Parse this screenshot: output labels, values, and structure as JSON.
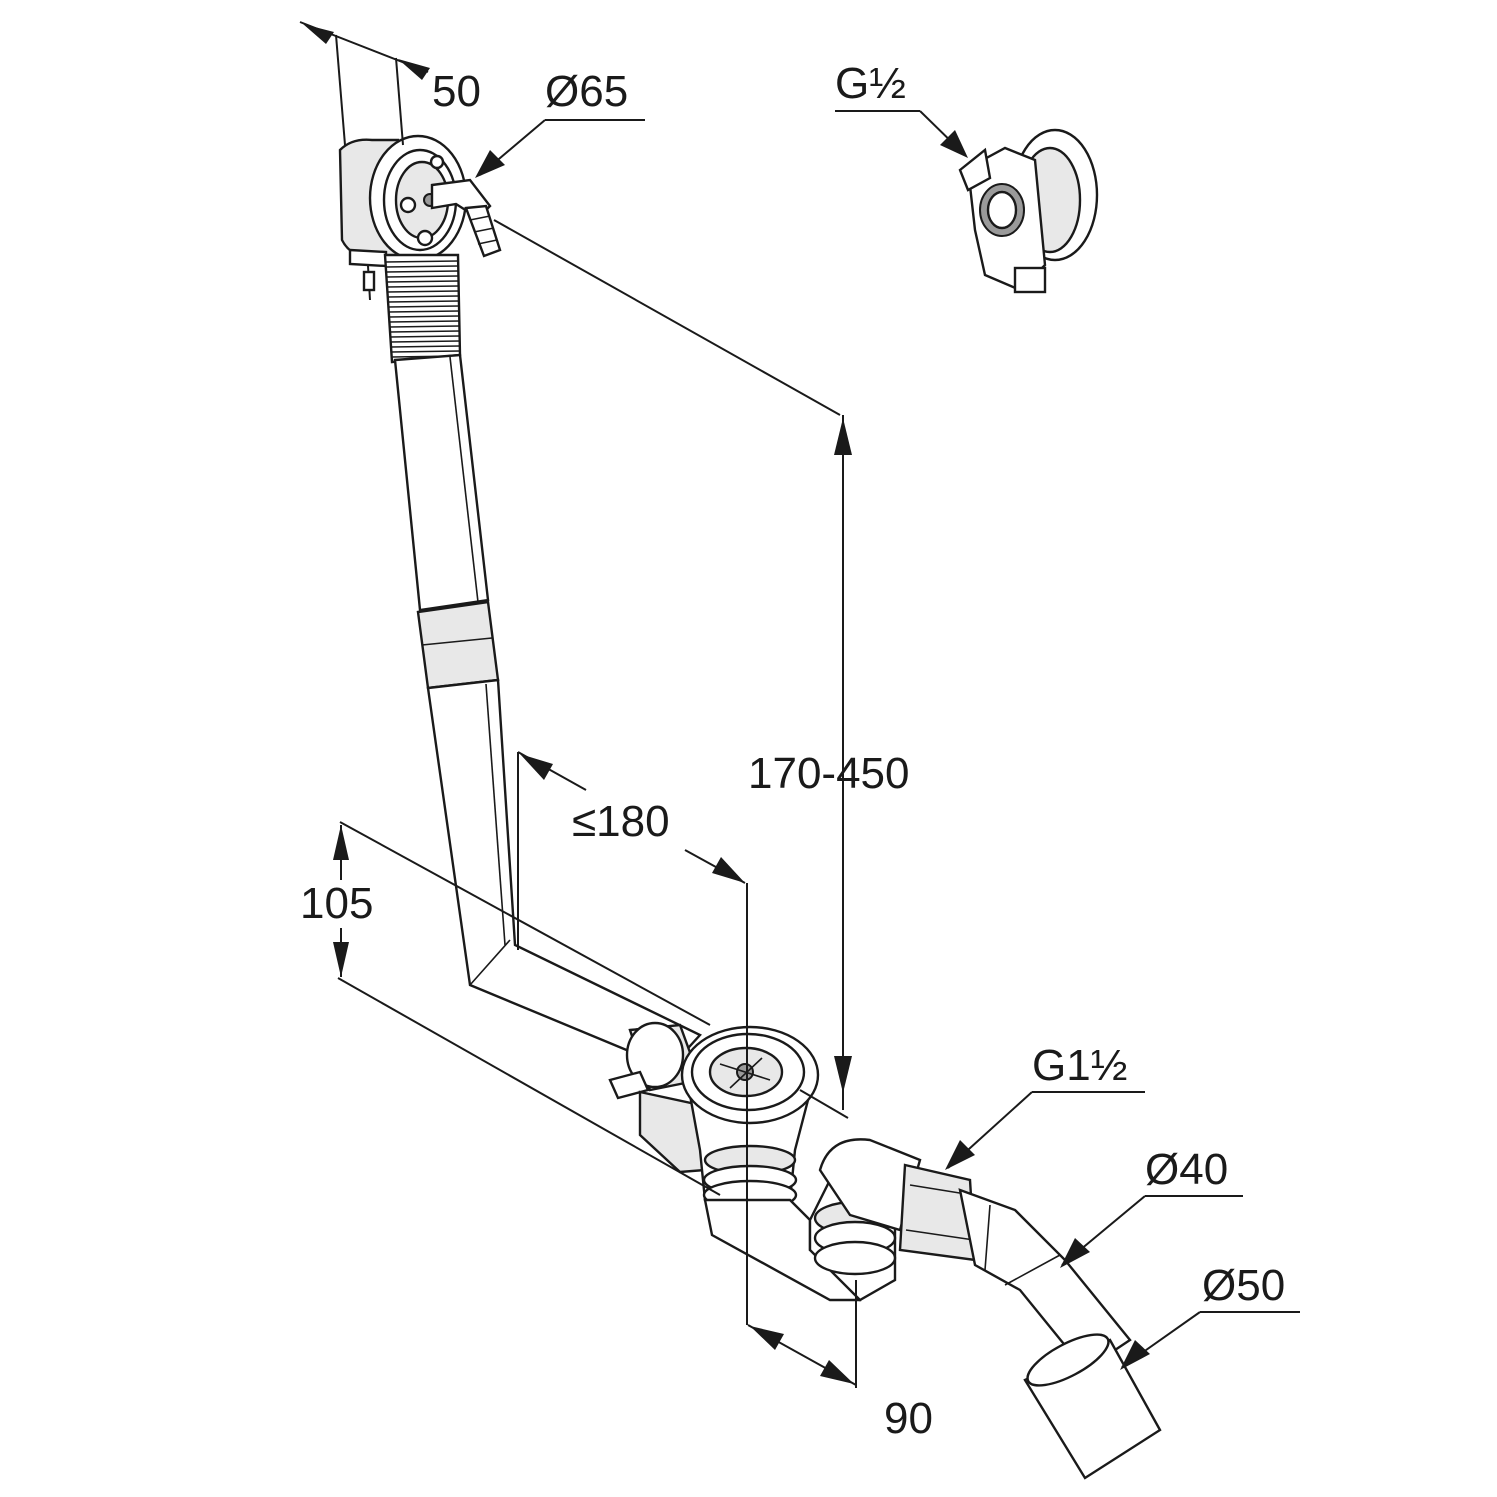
{
  "dimensions": {
    "d50": "50",
    "d65": "Ø65",
    "g_half": "G½",
    "d170_450": "170-450",
    "d180": "≤180",
    "d105": "105",
    "g_1half": "G1½",
    "d40": "Ø40",
    "d50_pipe": "Ø50",
    "d90": "90"
  }
}
